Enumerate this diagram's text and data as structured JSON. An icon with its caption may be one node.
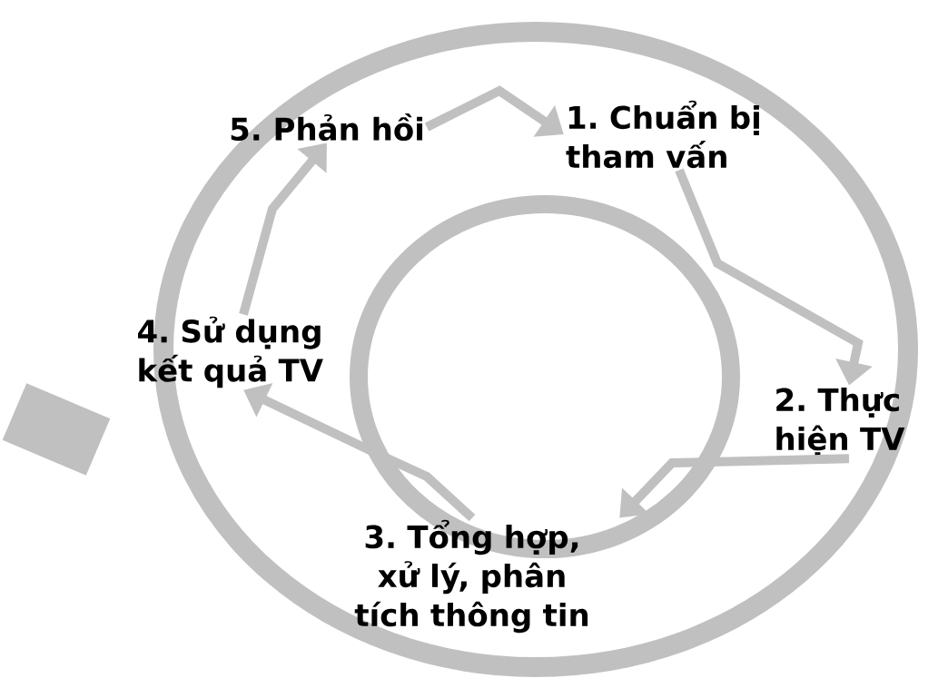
{
  "diagram": {
    "nodes": [
      {
        "text": [
          "1. Chuẩn bị tham vấn"
        ]
      },
      {
        "text": [
          "2. Thực hiện TV"
        ]
      },
      {
        "text": [
          "3. Tổng hợp, xử lý, phân tích thông tin"
        ]
      },
      {
        "text": [
          "4. Sử dụng kết quả TV"
        ]
      },
      {
        "text": [
          "5. Phản hồi"
        ]
      },
      {
        "text": [],
        "shape": "bar"
      }
    ],
    "edges": [
      {
        "from": 0,
        "to": 1,
        "arrow": "to"
      },
      {
        "from": 1,
        "to": 2,
        "arrow": "to"
      },
      {
        "from": 2,
        "to": 3,
        "arrow": "to"
      },
      {
        "from": 3,
        "to": 4,
        "arrow": "to"
      },
      {
        "from": 4,
        "to": 0,
        "arrow": "to"
      }
    ]
  }
}
